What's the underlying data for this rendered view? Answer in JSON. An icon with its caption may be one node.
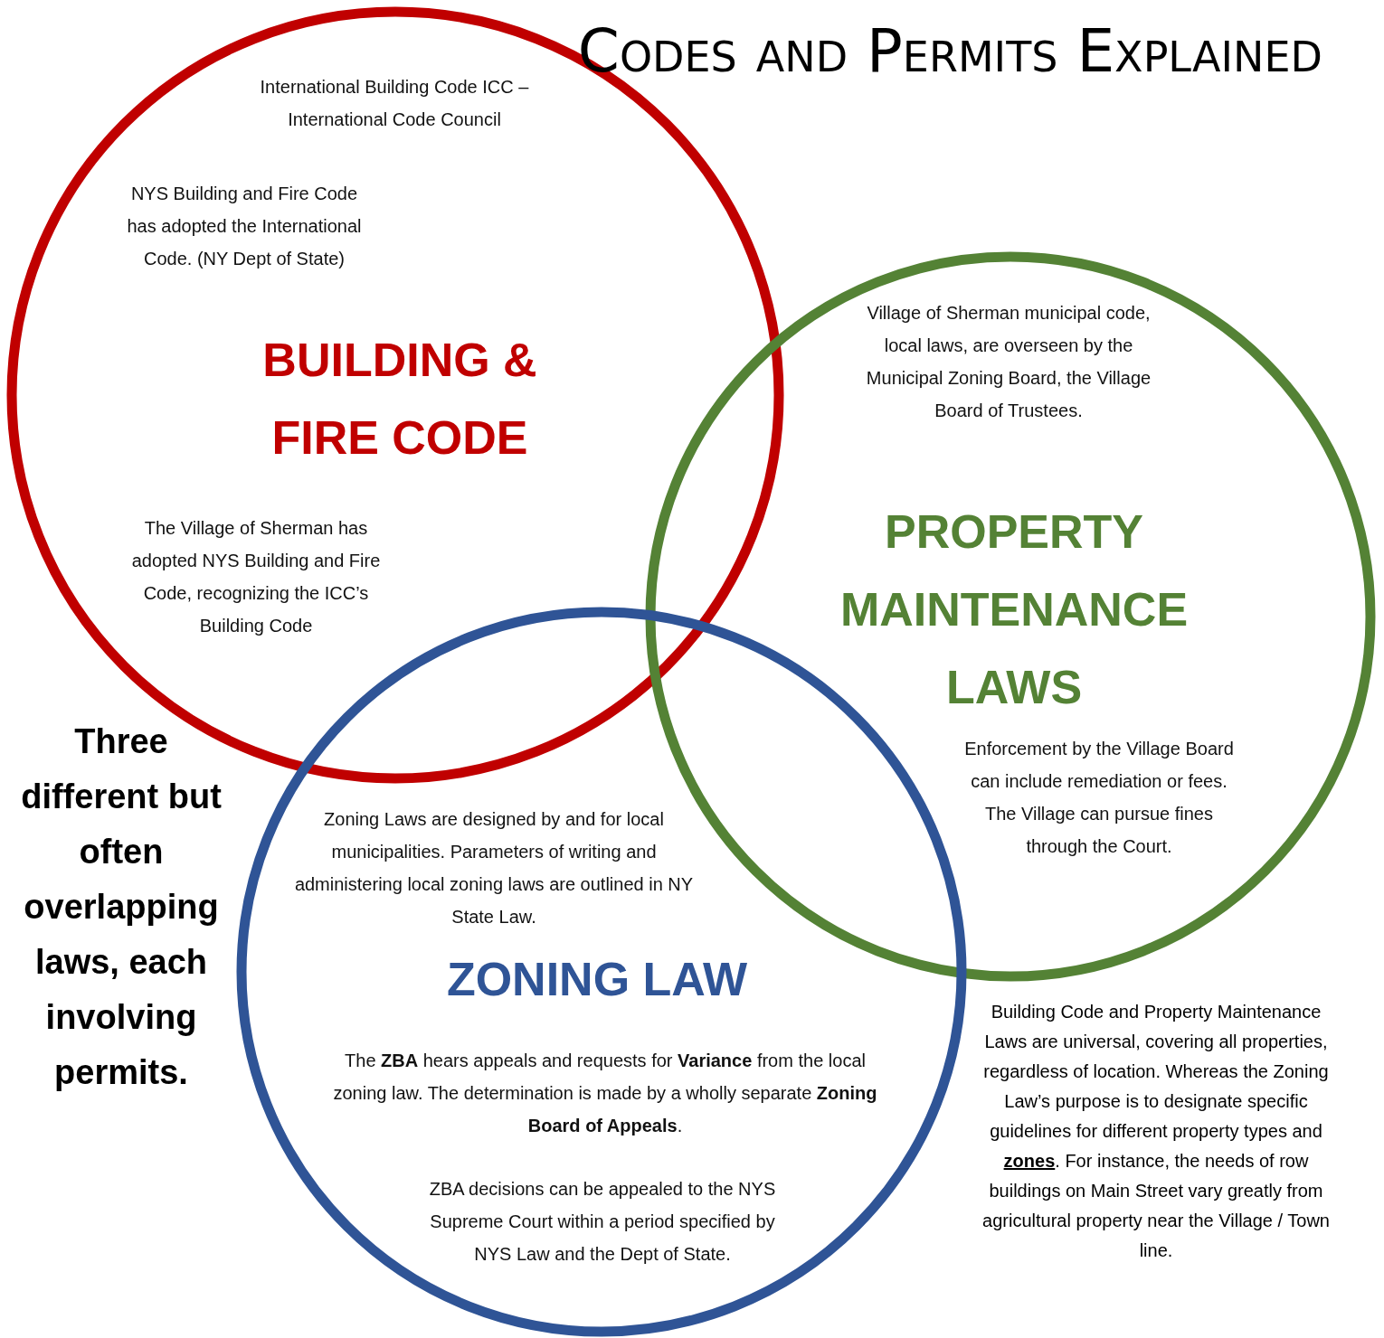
{
  "diagram": {
    "title": "Codes and Permits Explained",
    "nodes": [
      {
        "text": [
          "International Building Code ICC – International Code Council",
          "NYS Building and Fire Code has adopted the International Code. (NY Dept of State)",
          "BUILDING & FIRE CODE",
          "The Village of Sherman has adopted NYS Building and Fire Code, recognizing the ICC’s Building Code"
        ]
      },
      {
        "text": [
          "Village of Sherman municipal code, local laws, are overseen by the Municipal Zoning Board, the Village Board of Trustees.",
          "PROPERTY MAINTENANCE LAWS",
          "Enforcement by the Village Board can include remediation or fees.  The Village can pursue fines through the Court."
        ]
      },
      {
        "text": [
          "Zoning Laws are designed by and for local municipalities.  Parameters of writing and administering local zoning laws are outlined in NY State Law.",
          "ZONING LAW",
          "The **ZBA** hears appeals and requests for **Variance** from the local zoning law.  The determination is made by a wholly separate **Zoning Board of Appeals**.",
          "ZBA decisions can be appealed to the NYS Supreme Court within a period specified by NYS Law and the Dept of State."
        ]
      }
    ],
    "labels": [
      "Three different but often overlapping laws, each involving permits.",
      "Building Code and Property Maintenance Laws are universal, covering all properties, regardless of location.  Whereas the Zoning Law’s purpose is to designate specific guidelines for different property types and **zones**.  For instance, the needs of row buildings on Main Street vary greatly from agricultural property near the Village / Town line."
    ]
  }
}
